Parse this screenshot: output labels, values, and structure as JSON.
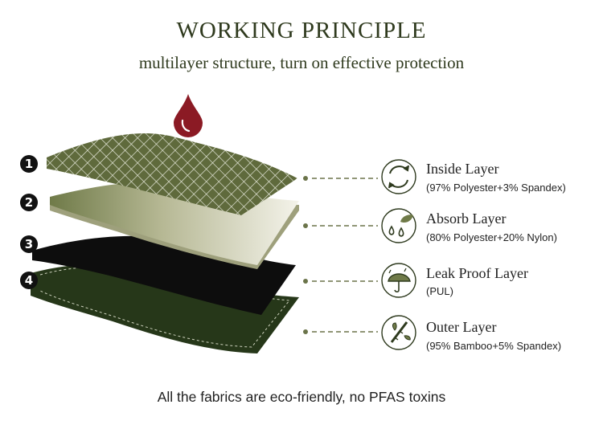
{
  "header": {
    "title": "WORKING PRINCIPLE",
    "subtitle": "multilayer structure, turn on effective protection"
  },
  "colors": {
    "olive": "#5f6a3c",
    "dark_green": "#263719",
    "drop_red": "#8b1a24",
    "black_layer": "#0d0d0d",
    "connector": "#6b744a"
  },
  "layers": [
    {
      "number": "1",
      "name": "Inside Layer",
      "material": "(97% Polyester+3% Spandex)",
      "icon": "recycle-arrows-icon"
    },
    {
      "number": "2",
      "name": "Absorb Layer",
      "material": "(80% Polyester+20% Nylon)",
      "icon": "leaf-droplets-icon"
    },
    {
      "number": "3",
      "name": "Leak Proof Layer",
      "material": "(PUL)",
      "icon": "umbrella-rain-icon"
    },
    {
      "number": "4",
      "name": "Outer Layer",
      "material": "(95% Bamboo+5% Spandex)",
      "icon": "bamboo-icon"
    }
  ],
  "drop_icon": "blood-drop-icon",
  "footer": "All the fabrics are eco-friendly, no PFAS toxins"
}
